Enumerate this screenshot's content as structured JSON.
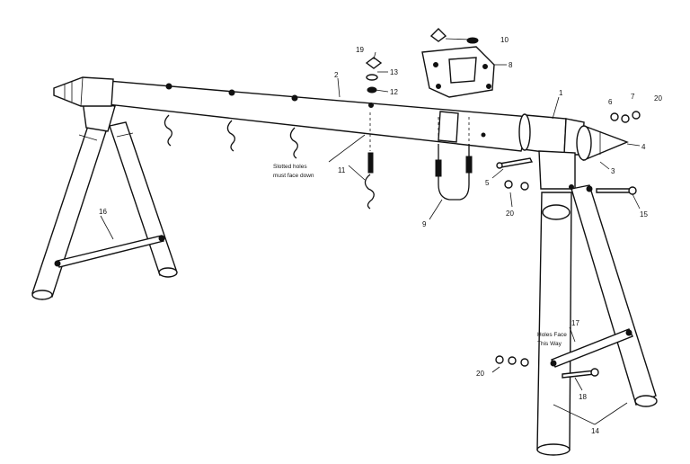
{
  "callouts": {
    "p1": "1",
    "p2": "2",
    "p3": "3",
    "p4": "4",
    "p5": "5",
    "p6": "6",
    "p7": "7",
    "p8": "8",
    "p9": "9",
    "p10": "10",
    "p11": "11",
    "p12": "12",
    "p13": "13",
    "p14": "14",
    "p15": "15",
    "p16": "16",
    "p17": "17",
    "p18": "18",
    "p19": "19",
    "p20a": "20",
    "p20b": "20",
    "p20c": "20"
  },
  "notes": {
    "slotted_line1": "Slotted holes",
    "slotted_line2": "must face down",
    "holes_line1": "Holes Face",
    "holes_line2": "This Way"
  }
}
